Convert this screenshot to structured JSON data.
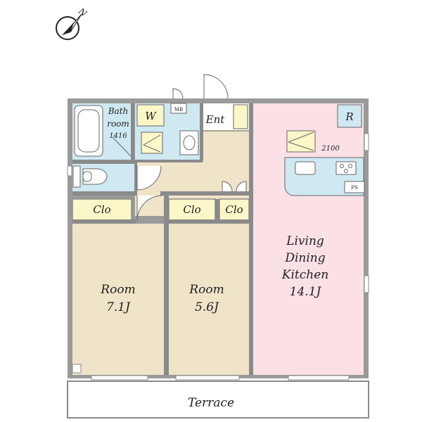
{
  "compass": {
    "north_label": "N"
  },
  "rooms": {
    "bathroom": {
      "line1": "Bath",
      "line2": "room",
      "size": "1416"
    },
    "washer": "W",
    "meter_box": "MB",
    "entrance": "Ent",
    "refrigerator": "R",
    "kitchen_size": "2100",
    "pipe_space": "PS",
    "closet": "Clo",
    "room_west": {
      "name": "Room",
      "size": "7.1J"
    },
    "room_center": {
      "name": "Room",
      "size": "5.6J"
    },
    "ldk": {
      "line1": "Living",
      "line2": "Dining",
      "line3": "Kitchen",
      "size": "14.1J"
    },
    "terrace": "Terrace"
  },
  "colors": {
    "wall": "#8a8a8a",
    "wet_area": "#cfe9f2",
    "closet": "#fbf7c8",
    "room_floor": "#efe4c8",
    "ldk_floor": "#fbe0e6",
    "counter": "#cfe9f2",
    "appliance": "#fbf7c8"
  }
}
